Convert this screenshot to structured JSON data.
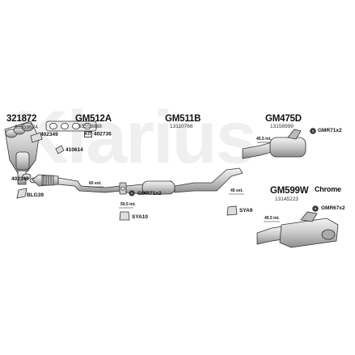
{
  "watermark": "Klarius",
  "parts": {
    "p321872": {
      "number": "321872",
      "oem": "55559624"
    },
    "gm512a": {
      "number": "GM512A",
      "oem": "55558888"
    },
    "gm511b": {
      "number": "GM511B",
      "oem": "13110766"
    },
    "gm475d": {
      "number": "GM475D",
      "oem": "13158999"
    },
    "gm599w": {
      "number": "GM599W",
      "oem": "13145223"
    }
  },
  "fittings": {
    "f402349a": "402349",
    "f402736": "402736",
    "f410614": "410614",
    "f402349b": "402349",
    "blg39": "BLG39",
    "gmr71x2_a": "GMR71x2",
    "sya10": "SYA10",
    "sya9": "SYA9",
    "gmr71x2_b": "GMR71x2",
    "gmr67x2": "GMR67x2",
    "chrome": "Chrome",
    "kit_icon": "KIT"
  },
  "dimensions": {
    "d1": "60 ext.",
    "d2": "50.5 int.",
    "d3": "45 ext.",
    "d4": "45.5 int.",
    "d5": "45.5 int."
  },
  "colors": {
    "line": "#333333",
    "fill": "#d8d8d8",
    "watermark": "#efefef"
  }
}
